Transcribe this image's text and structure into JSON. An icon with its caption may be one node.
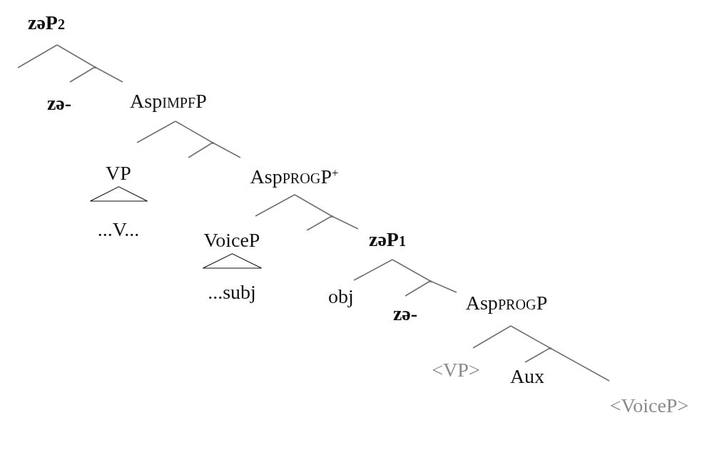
{
  "diagram": {
    "nodes": [
      {
        "text": [
          "zəP$_{2}$"
        ]
      },
      {
        "text": [],
        "shape": "point"
      },
      {
        "text": [
          "zə-"
        ]
      },
      {
        "text": [
          "Asp$_{IMPF}$P"
        ]
      },
      {
        "text": [],
        "shape": "point"
      },
      {
        "text": [
          "VP",
          "...V..."
        ]
      },
      {
        "text": [
          "Asp$_{PROG}$P$^{+}$"
        ]
      },
      {
        "text": [],
        "shape": "point"
      },
      {
        "text": [
          "VoiceP",
          "...subj"
        ]
      },
      {
        "text": [
          "zəP$_{1}$"
        ]
      },
      {
        "text": [],
        "shape": "point"
      },
      {
        "text": [
          "obj"
        ]
      },
      {
        "text": [
          "zə-"
        ]
      },
      {
        "text": [
          "Asp$_{PROG}$P"
        ]
      },
      {
        "text": [],
        "shape": "point"
      },
      {
        "text": [
          "<VP>"
        ]
      },
      {
        "text": [
          "Aux"
        ]
      },
      {
        "text": [
          "<VoiceP>"
        ]
      }
    ],
    "edges": [
      {
        "from": 0,
        "to": null,
        "arrow": "none"
      },
      {
        "from": 0,
        "to": 1,
        "arrow": "none"
      },
      {
        "from": 1,
        "to": 2,
        "arrow": "none"
      },
      {
        "from": 1,
        "to": 3,
        "arrow": "none"
      },
      {
        "from": 3,
        "to": 5,
        "arrow": "none"
      },
      {
        "from": 3,
        "to": 4,
        "arrow": "none"
      },
      {
        "from": 4,
        "to": null,
        "arrow": "none"
      },
      {
        "from": 4,
        "to": 6,
        "arrow": "none"
      },
      {
        "from": 6,
        "to": 8,
        "arrow": "none"
      },
      {
        "from": 6,
        "to": 7,
        "arrow": "none"
      },
      {
        "from": 7,
        "to": null,
        "arrow": "none"
      },
      {
        "from": 7,
        "to": 9,
        "arrow": "none"
      },
      {
        "from": 9,
        "to": 11,
        "arrow": "none"
      },
      {
        "from": 9,
        "to": 10,
        "arrow": "none"
      },
      {
        "from": 10,
        "to": 12,
        "arrow": "none"
      },
      {
        "from": 10,
        "to": 13,
        "arrow": "none"
      },
      {
        "from": 13,
        "to": 15,
        "arrow": "none"
      },
      {
        "from": 13,
        "to": 14,
        "arrow": "none"
      },
      {
        "from": 14,
        "to": 16,
        "arrow": "none"
      },
      {
        "from": 14,
        "to": 17,
        "arrow": "none"
      }
    ]
  }
}
